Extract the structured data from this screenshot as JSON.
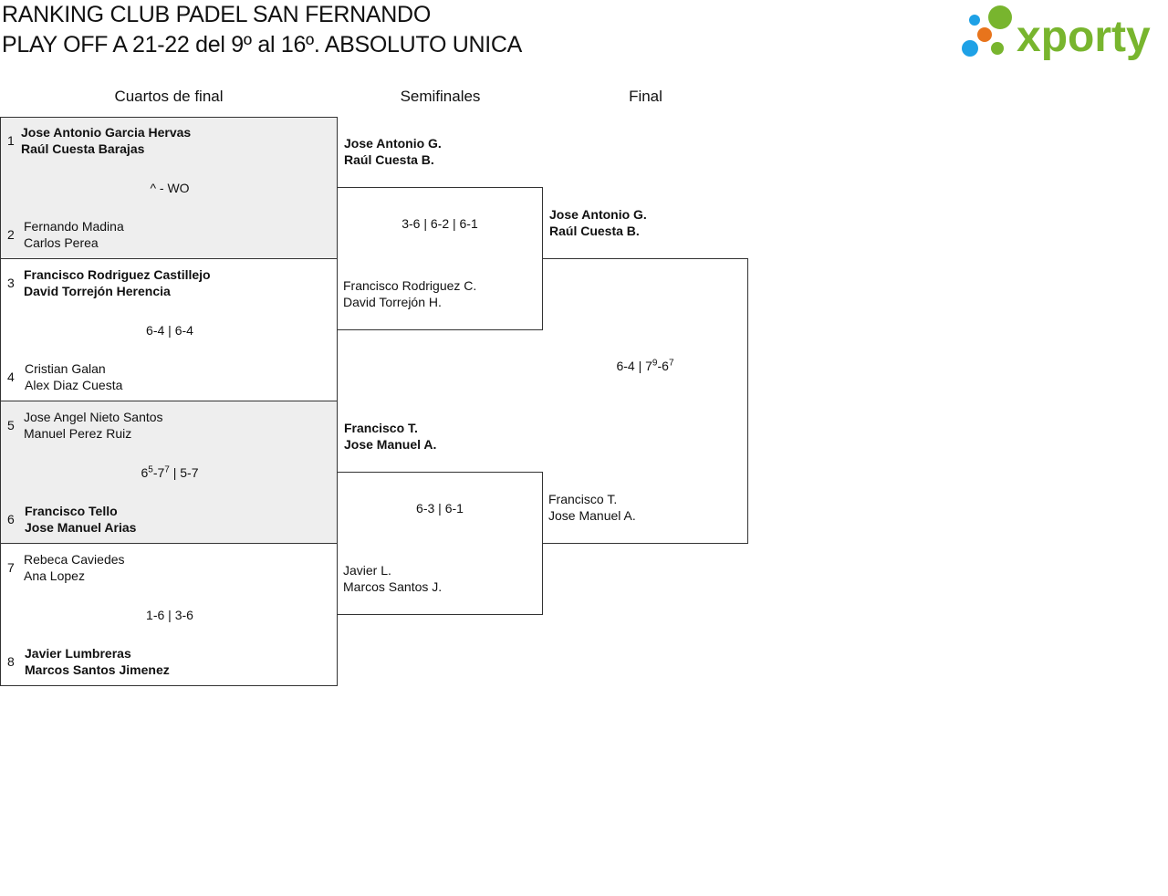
{
  "header": {
    "title_line1": "RANKING CLUB PADEL SAN FERNANDO",
    "title_line2": "PLAY OFF A 21-22 del 9º al 16º. ABSOLUTO UNICA"
  },
  "logo": {
    "text": "xporty",
    "brand_color": "#78b52e",
    "dot_colors": [
      "#1ea1e6",
      "#e8741c",
      "#78b52e"
    ]
  },
  "rounds": {
    "quarterfinals": "Cuartos de final",
    "semifinals": "Semifinales",
    "final": "Final"
  },
  "quarterfinals": [
    {
      "top": {
        "seed": "1",
        "p1": "Jose Antonio Garcia Hervas",
        "p2": "Raúl Cuesta Barajas"
      },
      "score": "^ - WO",
      "bottom": {
        "seed": "2",
        "p1": "Fernando Madina",
        "p2": "Carlos Perea"
      }
    },
    {
      "top": {
        "seed": "3",
        "p1": "Francisco Rodriguez Castillejo",
        "p2": "David Torrejón Herencia"
      },
      "score": "6-4 | 6-4",
      "bottom": {
        "seed": "4",
        "p1": "Cristian Galan",
        "p2": "Alex Diaz Cuesta"
      }
    },
    {
      "top": {
        "seed": "5",
        "p1": "Jose Angel Nieto Santos",
        "p2": "Manuel Perez Ruiz"
      },
      "score": {
        "a": "6",
        "a_sup": "5",
        "b": "-7",
        "b_sup": "7",
        "rest": " | 5-7"
      },
      "bottom": {
        "seed": "6",
        "p1": "Francisco Tello",
        "p2": "Jose Manuel Arias"
      }
    },
    {
      "top": {
        "seed": "7",
        "p1": "Rebeca Caviedes",
        "p2": "Ana Lopez"
      },
      "score": "1-6 | 3-6",
      "bottom": {
        "seed": "8",
        "p1": "Javier Lumbreras",
        "p2": "Marcos Santos Jimenez"
      }
    }
  ],
  "semifinals": [
    {
      "top": {
        "p1": "Jose Antonio G.",
        "p2": "Raúl Cuesta B."
      },
      "score": "3-6 | 6-2 | 6-1",
      "bottom": {
        "p1": "Francisco Rodriguez C.",
        "p2": "David Torrejón H."
      }
    },
    {
      "top": {
        "p1": "Francisco T.",
        "p2": "Jose Manuel A."
      },
      "score": "6-3 | 6-1",
      "bottom": {
        "p1": "Javier L.",
        "p2": "Marcos Santos J."
      }
    }
  ],
  "final": {
    "top": {
      "p1": "Jose Antonio G.",
      "p2": "Raúl Cuesta B."
    },
    "score": {
      "a": "6-4 | 7",
      "a_sup": "9",
      "b": "-6",
      "b_sup": "7"
    },
    "bottom": {
      "p1": "Francisco T.",
      "p2": "Jose Manuel A."
    }
  }
}
